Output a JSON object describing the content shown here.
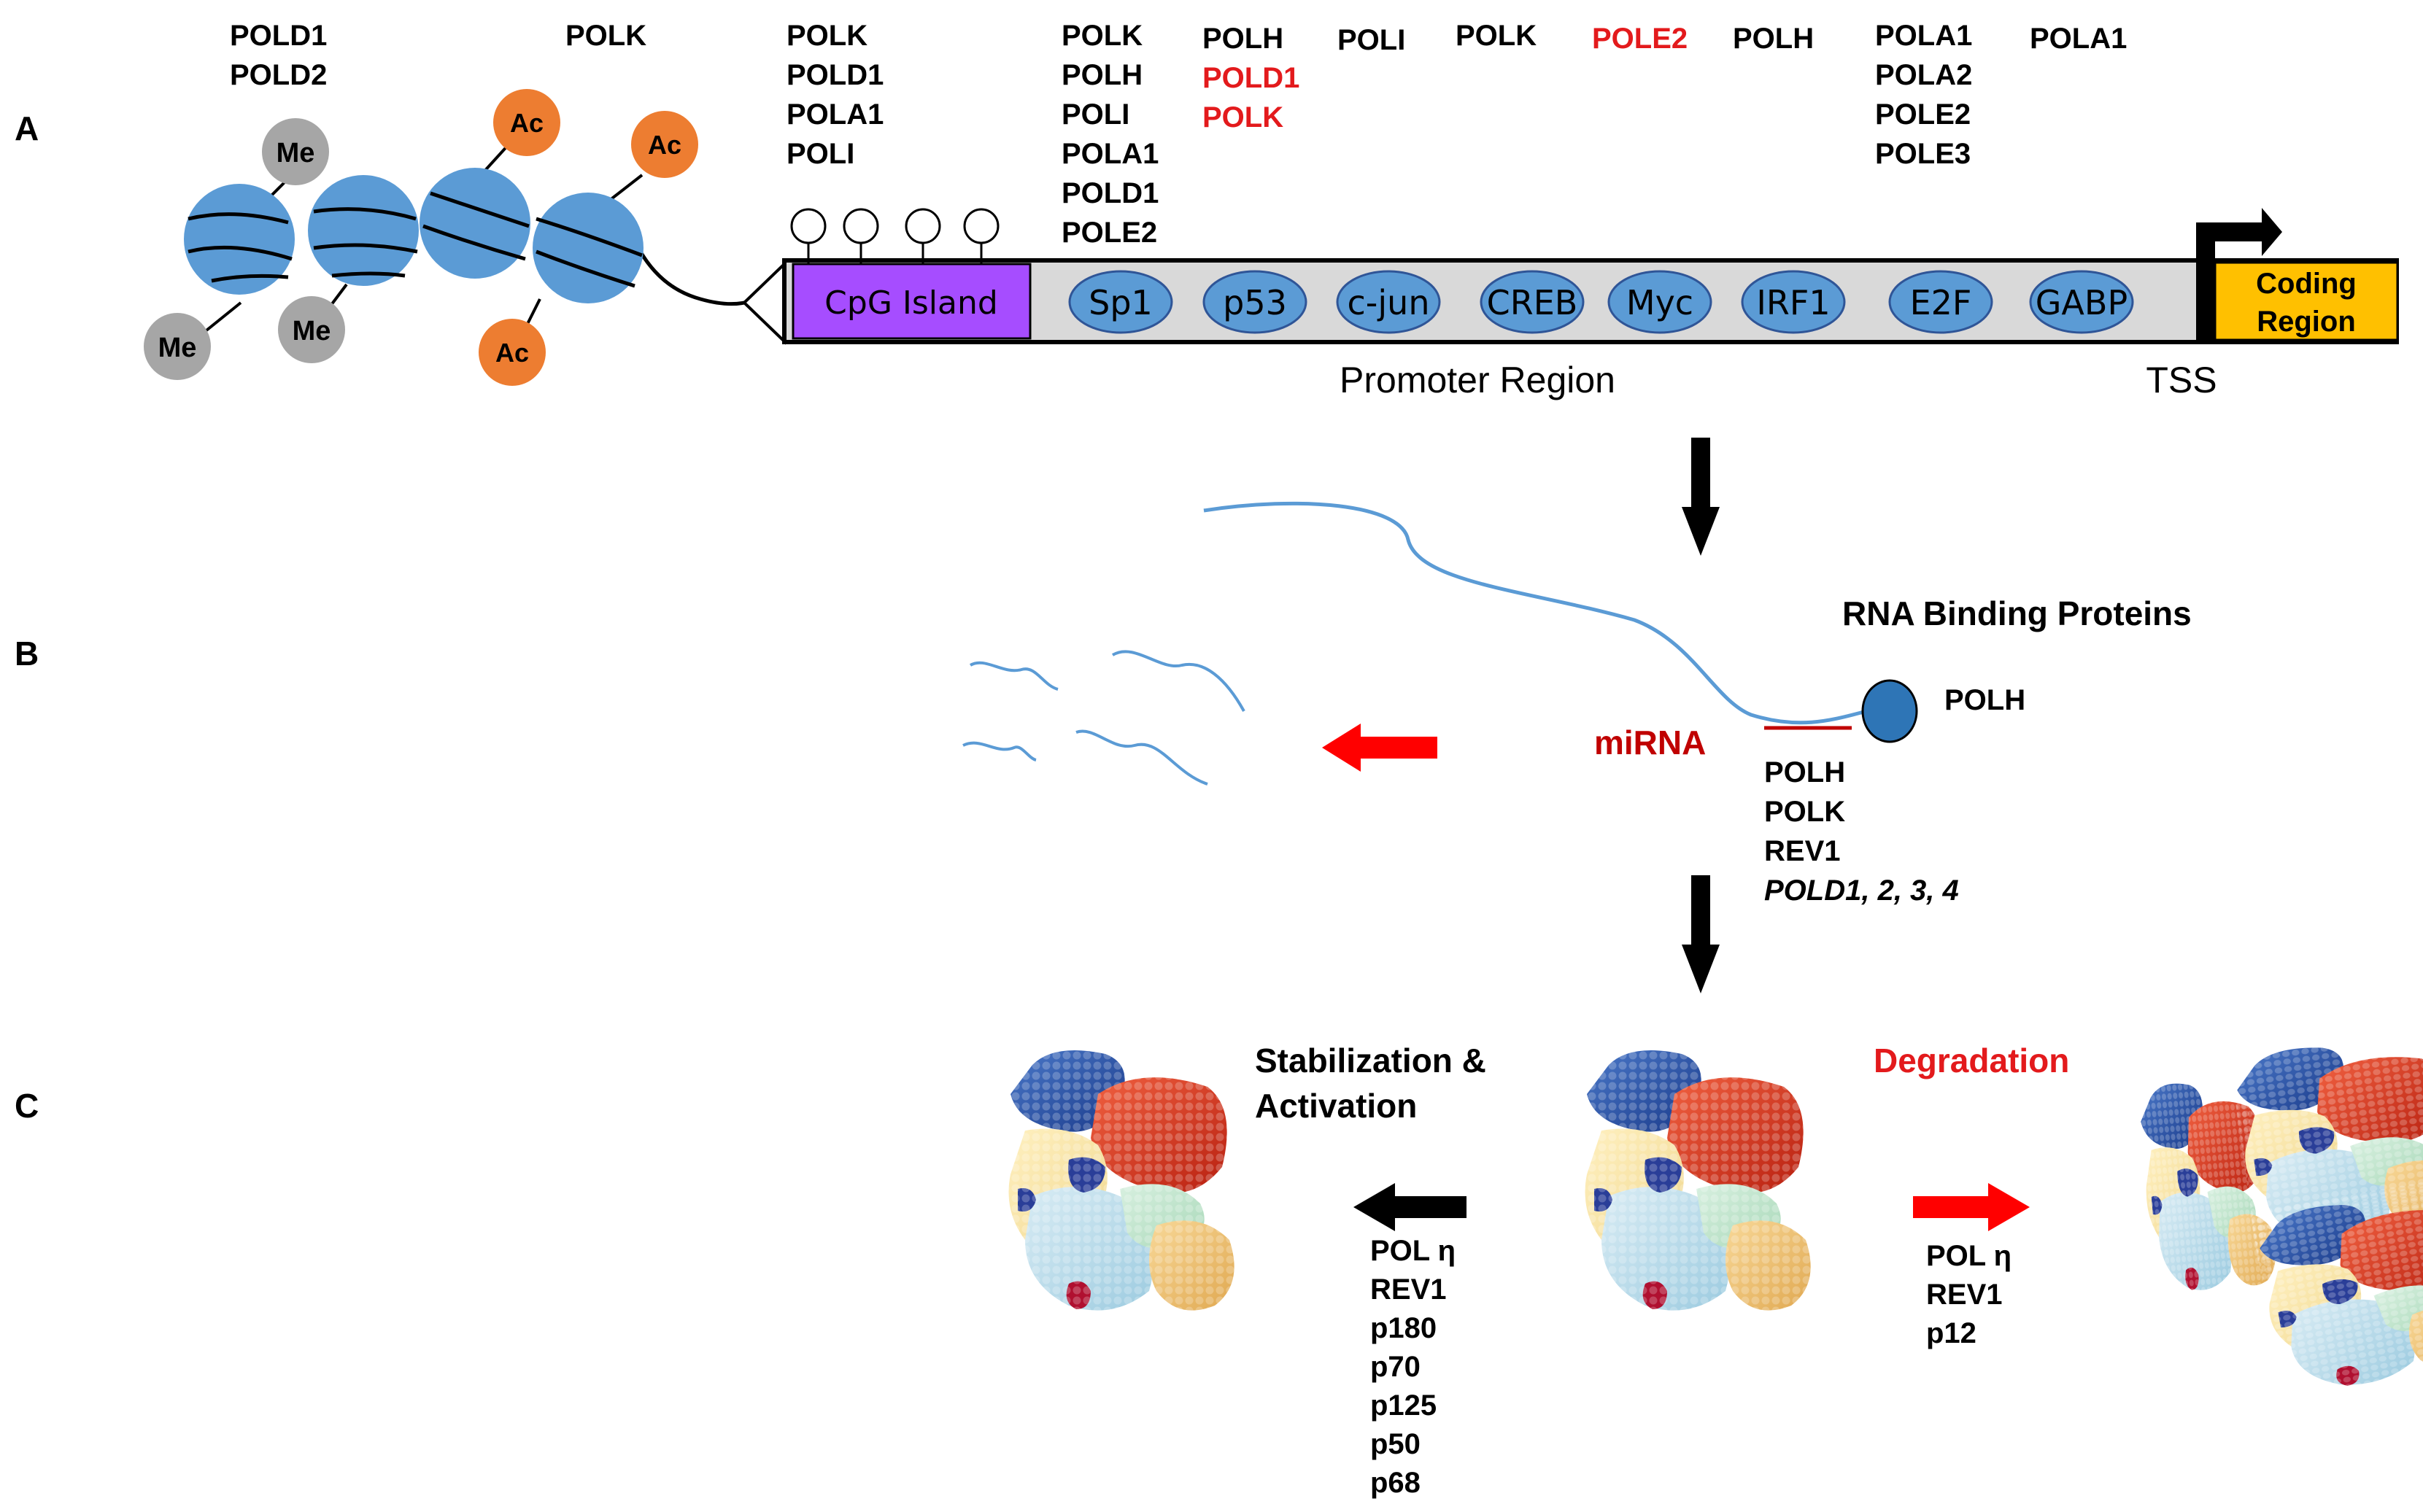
{
  "panels": {
    "a": "A",
    "b": "B",
    "c": "C"
  },
  "modifications": {
    "methyl": "Me",
    "acetyl": "Ac"
  },
  "epigenetic_label": [
    "POLD1",
    "POLD2"
  ],
  "histone_label": [
    "POLK"
  ],
  "cpg_label": [
    "POLK",
    "POLD1",
    "POLA1",
    "POLI"
  ],
  "tf_regulators": [
    {
      "lines": [
        {
          "text": "POLK",
          "color": "black"
        },
        {
          "text": "POLH",
          "color": "black"
        },
        {
          "text": "POLI",
          "color": "black"
        },
        {
          "text": "POLA1",
          "color": "black"
        },
        {
          "text": "POLD1",
          "color": "black"
        },
        {
          "text": "POLE2",
          "color": "black"
        }
      ]
    },
    {
      "lines": [
        {
          "text": "POLH",
          "color": "black"
        },
        {
          "text": "POLD1",
          "color": "red"
        },
        {
          "text": "POLK",
          "color": "red"
        }
      ]
    },
    {
      "lines": [
        {
          "text": "POLI",
          "color": "black"
        }
      ]
    },
    {
      "lines": [
        {
          "text": "POLK",
          "color": "black"
        }
      ]
    },
    {
      "lines": [
        {
          "text": "POLE2",
          "color": "red"
        }
      ]
    },
    {
      "lines": [
        {
          "text": "POLH",
          "color": "black"
        }
      ]
    },
    {
      "lines": [
        {
          "text": "POLA1",
          "color": "black"
        },
        {
          "text": "POLA2",
          "color": "black"
        },
        {
          "text": "POLE2",
          "color": "black"
        },
        {
          "text": "POLE3",
          "color": "black"
        }
      ]
    },
    {
      "lines": [
        {
          "text": "POLA1",
          "color": "black"
        }
      ]
    }
  ],
  "promoter": {
    "cpg_island": "CpG Island",
    "factors": [
      "Sp1",
      "p53",
      "c-jun",
      "CREB",
      "Myc",
      "IRF1",
      "E2F",
      "GABP"
    ],
    "region_label": "Promoter Region",
    "tss_label": "TSS",
    "coding_region": [
      "Coding",
      "Region"
    ]
  },
  "rna": {
    "binding_proteins_title": "RNA Binding Proteins",
    "rbp_label": "POLH",
    "mirna_label": "miRNA",
    "mirna_targets": [
      "POLH",
      "POLK",
      "REV1"
    ],
    "mirna_targets_italic": "POLD1, 2, 3, 4"
  },
  "protein": {
    "stabilization_title": [
      "Stabilization &",
      "Activation"
    ],
    "degradation_title": "Degradation",
    "stabilization_list": [
      "POL η",
      "REV1",
      "p180",
      "p70",
      "p125",
      "p50",
      "p68"
    ],
    "degradation_list": [
      "POL η",
      "REV1",
      "p12"
    ]
  },
  "colors": {
    "histone": "#5b9bd5",
    "methyl": "#a6a6a6",
    "acetyl": "#ed7d31",
    "cpg": "#a64dff",
    "promoter_bg": "#d9d9d9",
    "coding": "#ffc000",
    "rna": "#5b9bd5",
    "red_accent": "#e31a1c",
    "mirna": "#c00000"
  }
}
